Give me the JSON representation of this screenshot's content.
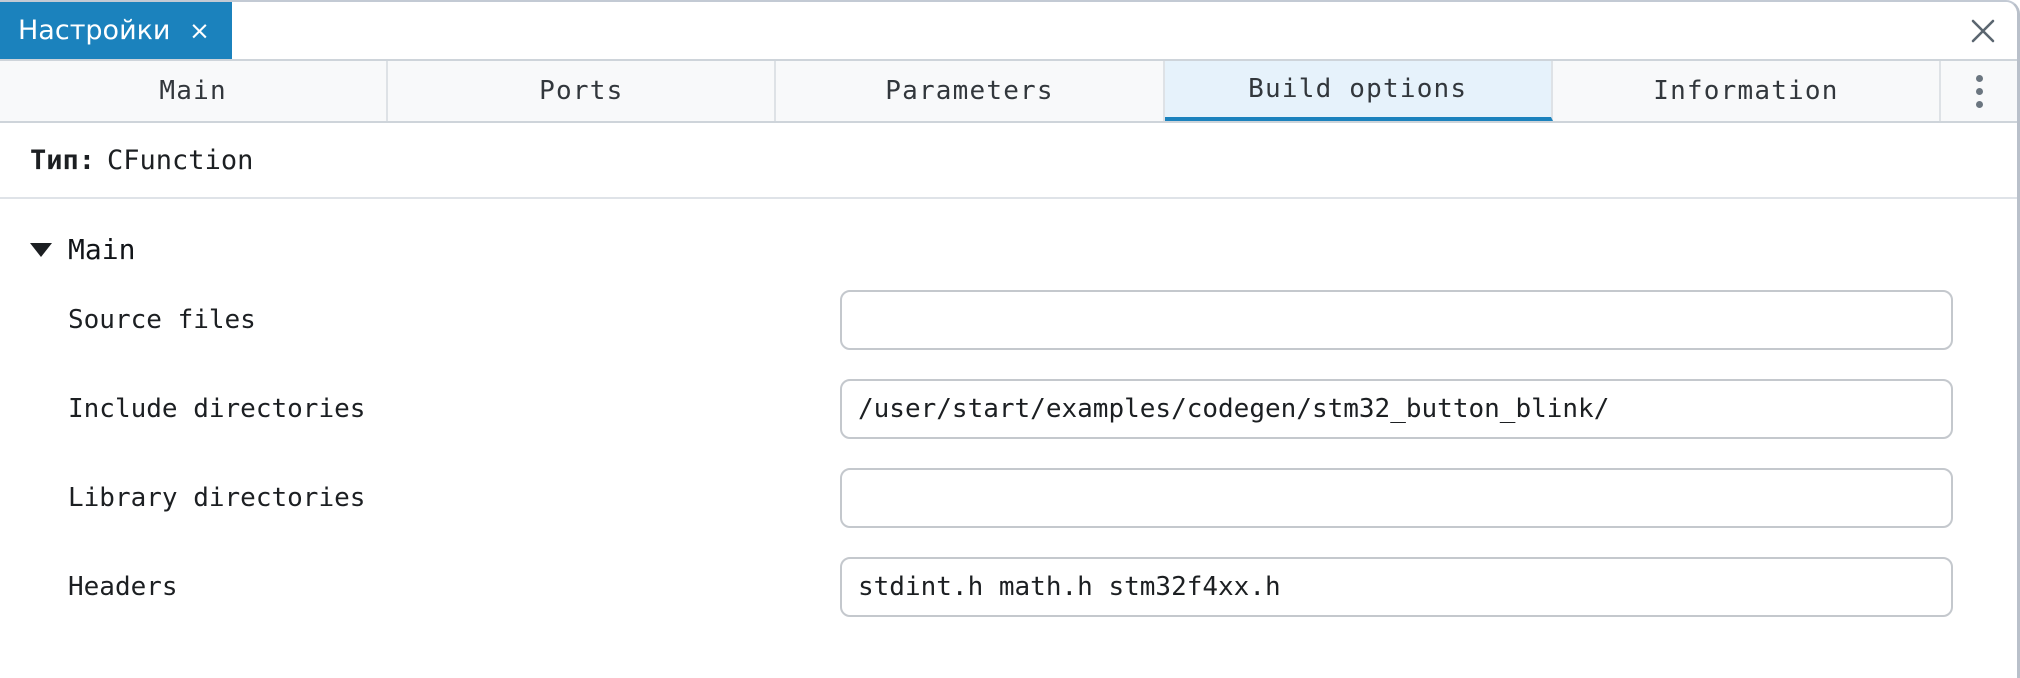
{
  "window": {
    "tab_title": "Настройки",
    "tab_close_icon": "×",
    "close_icon": "close-x-icon"
  },
  "tabs": [
    {
      "label": "Main",
      "active": false
    },
    {
      "label": "Ports",
      "active": false
    },
    {
      "label": "Parameters",
      "active": false
    },
    {
      "label": "Build options",
      "active": true
    },
    {
      "label": "Information",
      "active": false
    }
  ],
  "overflow_menu_icon": "kebab-menu-icon",
  "type_row": {
    "key": "Тип:",
    "value": "CFunction"
  },
  "group": {
    "caret_icon": "caret-down-icon",
    "title": "Main",
    "expanded": true
  },
  "fields": [
    {
      "label": "Source files",
      "value": "",
      "placeholder": ""
    },
    {
      "label": "Include directories",
      "value": "/user/start/examples/codegen/stm32_button_blink/",
      "placeholder": ""
    },
    {
      "label": "Library directories",
      "value": "",
      "placeholder": ""
    },
    {
      "label": "Headers",
      "value": "stdint.h math.h stm32f4xx.h",
      "placeholder": ""
    }
  ],
  "colors": {
    "accent": "#1b82bd",
    "active_tab_bg": "#e6f2fb",
    "tabbar_bg": "#f8f9fa",
    "border": "#ced4da"
  }
}
